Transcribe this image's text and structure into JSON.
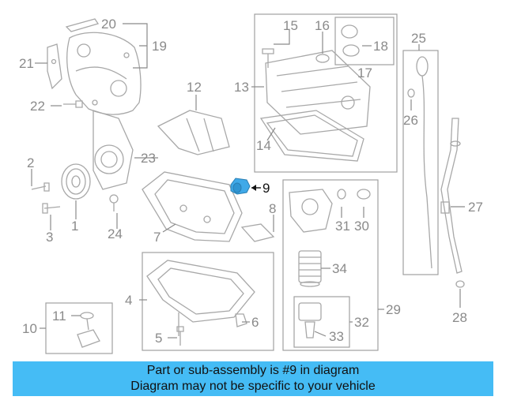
{
  "callouts": [
    "1",
    "2",
    "3",
    "4",
    "5",
    "6",
    "7",
    "8",
    "9",
    "10",
    "11",
    "12",
    "13",
    "14",
    "15",
    "16",
    "17",
    "18",
    "19",
    "20",
    "21",
    "22",
    "23",
    "24",
    "25",
    "26",
    "27",
    "28",
    "29",
    "30",
    "31",
    "32",
    "33",
    "34"
  ],
  "highlight_callout": "9",
  "colors": {
    "banner": "#45bcf5",
    "highlight_part": "#3fa9e8",
    "line": "#a8a8a8",
    "text": "#8a8a8a"
  },
  "banner": {
    "line1": "Part or sub-assembly is #9 in diagram",
    "line2": "Diagram may not be specific to your vehicle"
  }
}
